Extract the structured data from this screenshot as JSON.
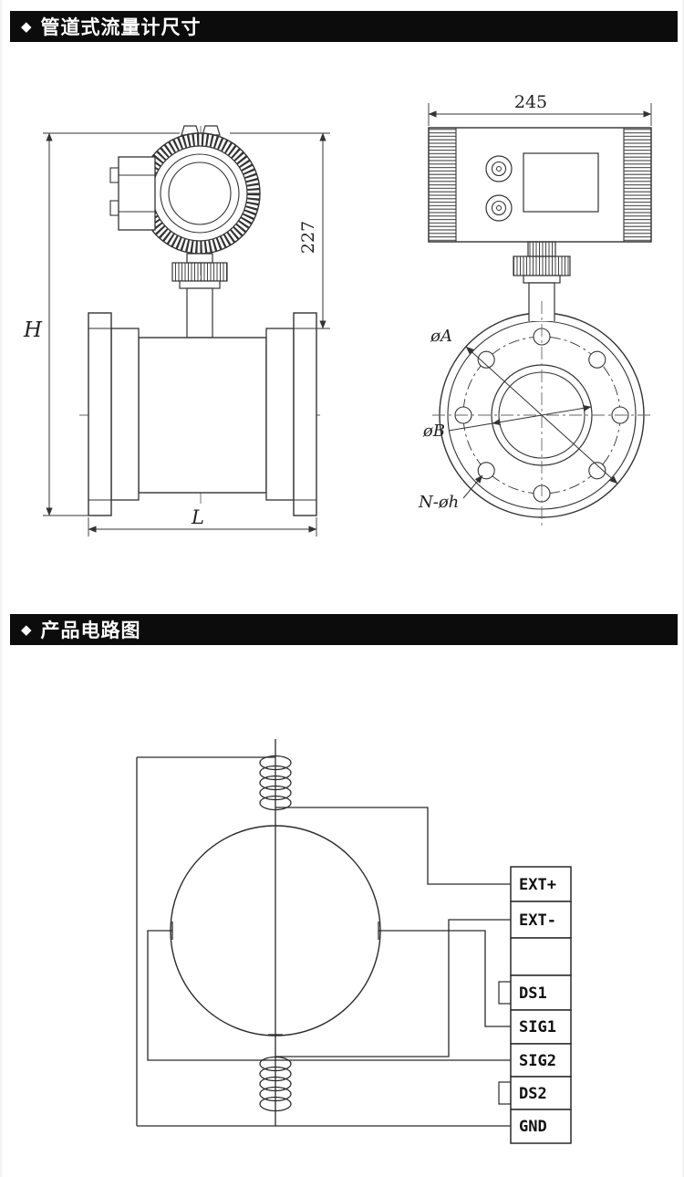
{
  "sections": {
    "s1": {
      "bullet": "◆",
      "title": "管道式流量计尺寸"
    },
    "s2": {
      "bullet": "◆",
      "title": "产品电路图"
    }
  },
  "dimensions": {
    "front_view": {
      "height": "H",
      "length": "L",
      "converter_height": "227"
    },
    "side_view": {
      "width": "245",
      "flange_diameter": "øA",
      "bore_diameter": "øB",
      "bolt_holes": "N-øh"
    }
  },
  "circuit": {
    "terminals": [
      {
        "label": "EXT+"
      },
      {
        "label": "EXT-"
      },
      {
        "label": ""
      },
      {
        "label": "DS1"
      },
      {
        "label": "SIG1"
      },
      {
        "label": "SIG2"
      },
      {
        "label": "DS2"
      },
      {
        "label": "GND"
      }
    ]
  }
}
